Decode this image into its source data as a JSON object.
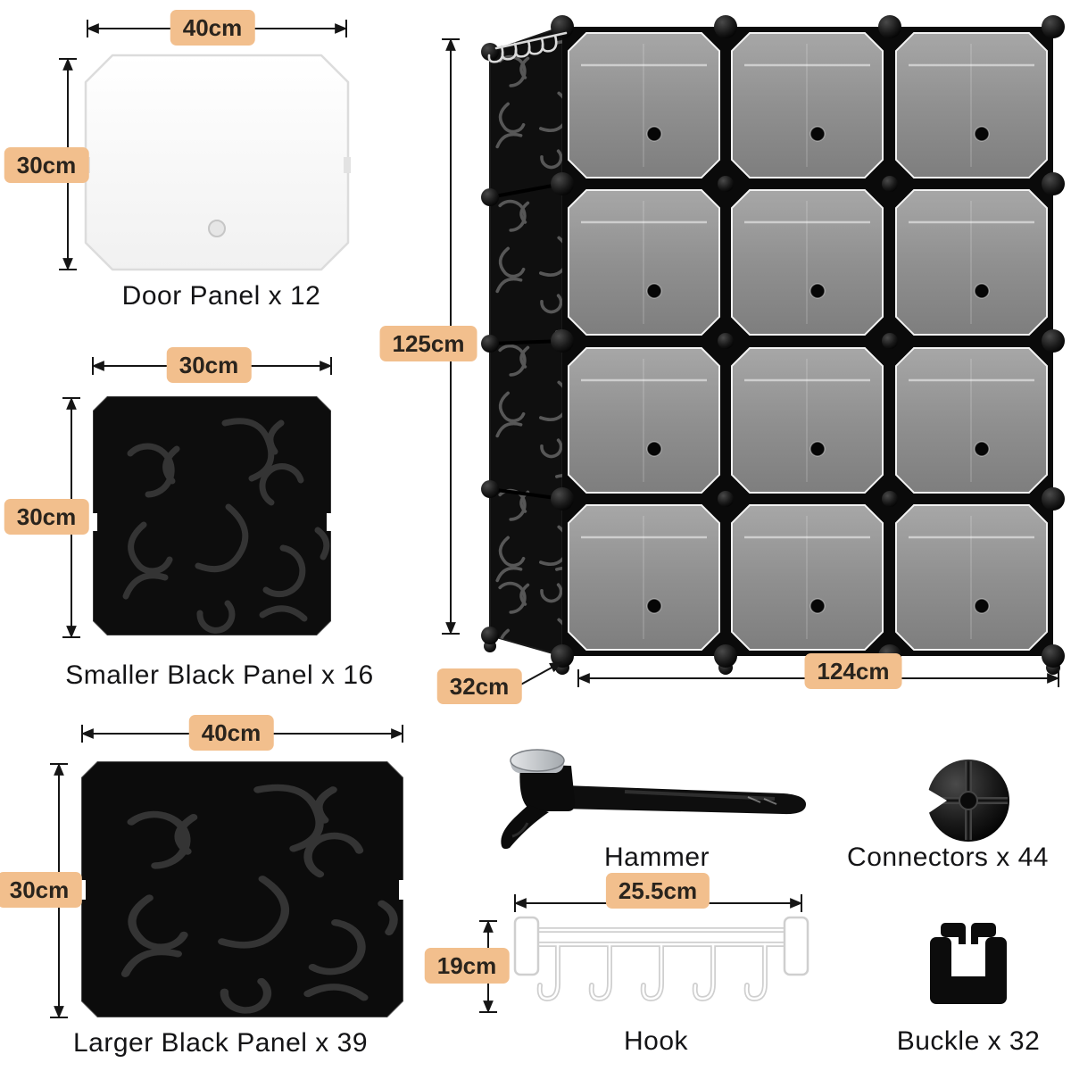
{
  "colors": {
    "badge_bg": "#f2bf8d",
    "badge_text": "#2a241d",
    "caption_text": "#141416",
    "dim_line": "#151515"
  },
  "door_panel": {
    "width_label": "40cm",
    "height_label": "30cm",
    "caption": "Door Panel x 12"
  },
  "smaller_black_panel": {
    "width_label": "30cm",
    "height_label": "30cm",
    "caption": "Smaller Black Panel x 16"
  },
  "larger_black_panel": {
    "width_label": "40cm",
    "height_label": "30cm",
    "caption": "Larger Black Panel x 39"
  },
  "cabinet": {
    "height_label": "125cm",
    "depth_label": "32cm",
    "width_label": "124cm"
  },
  "hammer": {
    "caption": "Hammer"
  },
  "connectors": {
    "caption": "Connectors x 44"
  },
  "hook": {
    "width_label": "25.5cm",
    "height_label": "19cm",
    "caption": "Hook"
  },
  "buckle": {
    "caption": "Buckle x 32"
  }
}
